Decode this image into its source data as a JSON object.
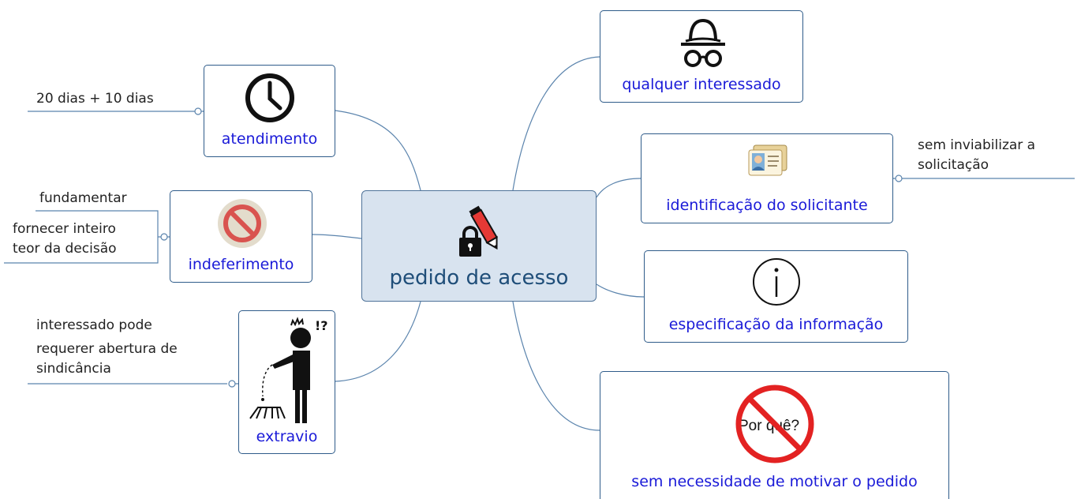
{
  "center": {
    "label": "pedido de acesso",
    "icon": "lock-pencil-icon"
  },
  "branches": {
    "atendimento": {
      "label": "atendimento",
      "icon": "clock-icon",
      "notes": [
        "20 dias + 10 dias"
      ]
    },
    "indeferimento": {
      "label": "indeferimento",
      "icon": "prohibited-icon",
      "notes": [
        "fundamentar",
        "fornecer inteiro",
        "teor da decisão"
      ]
    },
    "extravio": {
      "label": "extravio",
      "icon": "person-dropping-item-icon",
      "notes": [
        "interessado pode",
        "requerer abertura de",
        "sindicância"
      ]
    },
    "interessado": {
      "label": "qualquer interessado",
      "icon": "incognito-spy-icon"
    },
    "identificacao": {
      "label": "identificação do solicitante",
      "icon": "id-card-icon",
      "notes": [
        "sem inviabilizar a",
        "solicitação"
      ]
    },
    "especificacao": {
      "label": "especificação da informação",
      "icon": "info-icon"
    },
    "motivo": {
      "label": "sem necessidade de motivar o pedido",
      "icon": "no-why-icon",
      "icon_text": "Por quê?"
    }
  },
  "colors": {
    "link": "#1a1ad8",
    "line": "#5b84ad",
    "center_fill": "#d8e3ef",
    "center_text": "#1f4e79",
    "prohibit_red": "#e32222"
  }
}
